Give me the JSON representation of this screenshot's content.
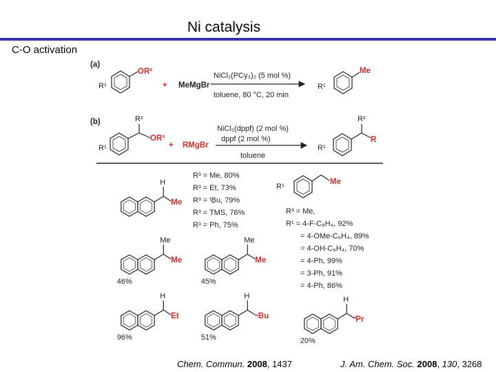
{
  "slide": {
    "title": "Ni catalysis",
    "subtitle": "C-O activation",
    "citation_left": {
      "journal": "Chem. Commun.",
      "year": "2008",
      "pages": ", 1437"
    },
    "citation_right": {
      "journal": "J. Am. Chem. Soc.",
      "year": "2008",
      "volume": "130",
      "pages": ", 3268"
    }
  },
  "scheme": {
    "a": {
      "label": "(a)",
      "substrate_group": "OR²",
      "substituent": "R¹",
      "plus": "+",
      "reagent": "MeMgBr",
      "conditions_top": "NiCl₂(PCy₃)₂ (5 mol %)",
      "conditions_bottom": "toluene, 80 °C, 20 min",
      "product_group": "Me",
      "product_substituent": "R¹"
    },
    "b": {
      "label": "(b)",
      "substrate_top": "R²",
      "substrate_group": "OR³",
      "substituent": "R¹",
      "plus": "+",
      "reagent": "RMgBr",
      "conditions_1": "NiCl₂(dppf) (2 mol %)",
      "conditions_2": "dppf (2 mol %)",
      "conditions_3": "toluene",
      "product_top": "R²",
      "product_group": "R",
      "product_substituent": "R¹"
    },
    "r3_list": [
      "R³ = Me, 80%",
      "R³ = Et, 73%",
      "R³ = ᵗBu, 79%",
      "R³ = TMS, 76%",
      "R³ = Ph, 75%"
    ],
    "aryl_block": {
      "head": "R¹",
      "group": "Me",
      "lines": [
        "R³ = Me,",
        "R¹ = 4-F-C₆H₄, 92%",
        "= 4-OMe-C₆H₄, 89%",
        "= 4-OH-C₆H₄, 70%",
        "= 4-Ph, 99%",
        "= 3-Ph, 91%",
        "= 4-Ph, 86%"
      ]
    },
    "products": [
      {
        "top": "H",
        "group": "Me",
        "yield": ""
      },
      {
        "top": "Me",
        "group": "Me",
        "yield": "46%"
      },
      {
        "top": "Me",
        "group": "Me",
        "yield": "45%"
      },
      {
        "top": "H",
        "group": "Et",
        "yield": "96%"
      },
      {
        "top": "H",
        "group": "ⁿBu",
        "yield": "51%"
      },
      {
        "top": "H",
        "group": "ⁱPr",
        "yield": "20%"
      }
    ]
  }
}
